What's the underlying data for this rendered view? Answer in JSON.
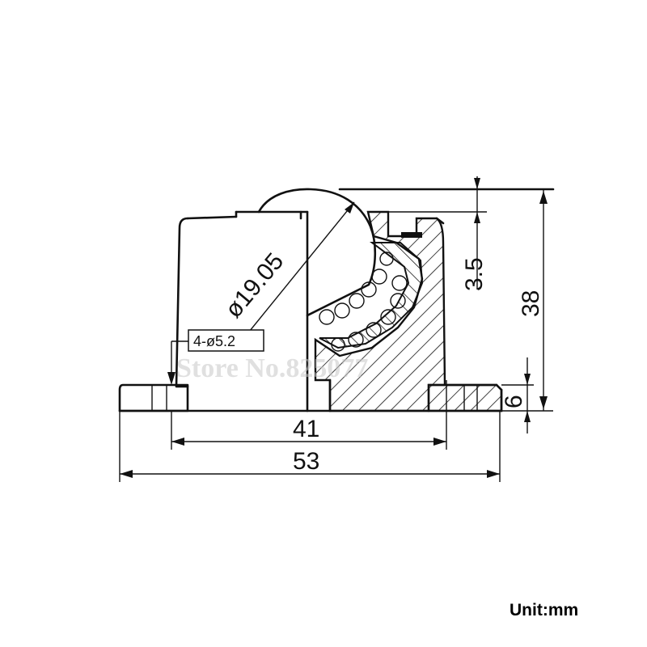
{
  "dimensions": {
    "ball_diameter": "ø19.05",
    "hole_callout": "4-ø5.2",
    "total_height": "38",
    "ball_protrusion": "3.5",
    "flange_thickness": "6",
    "hole_spacing": "41",
    "overall_width": "53"
  },
  "watermark": "Store No.825077",
  "unit": "Unit:mm",
  "colors": {
    "line": "#111111",
    "background": "#ffffff"
  }
}
